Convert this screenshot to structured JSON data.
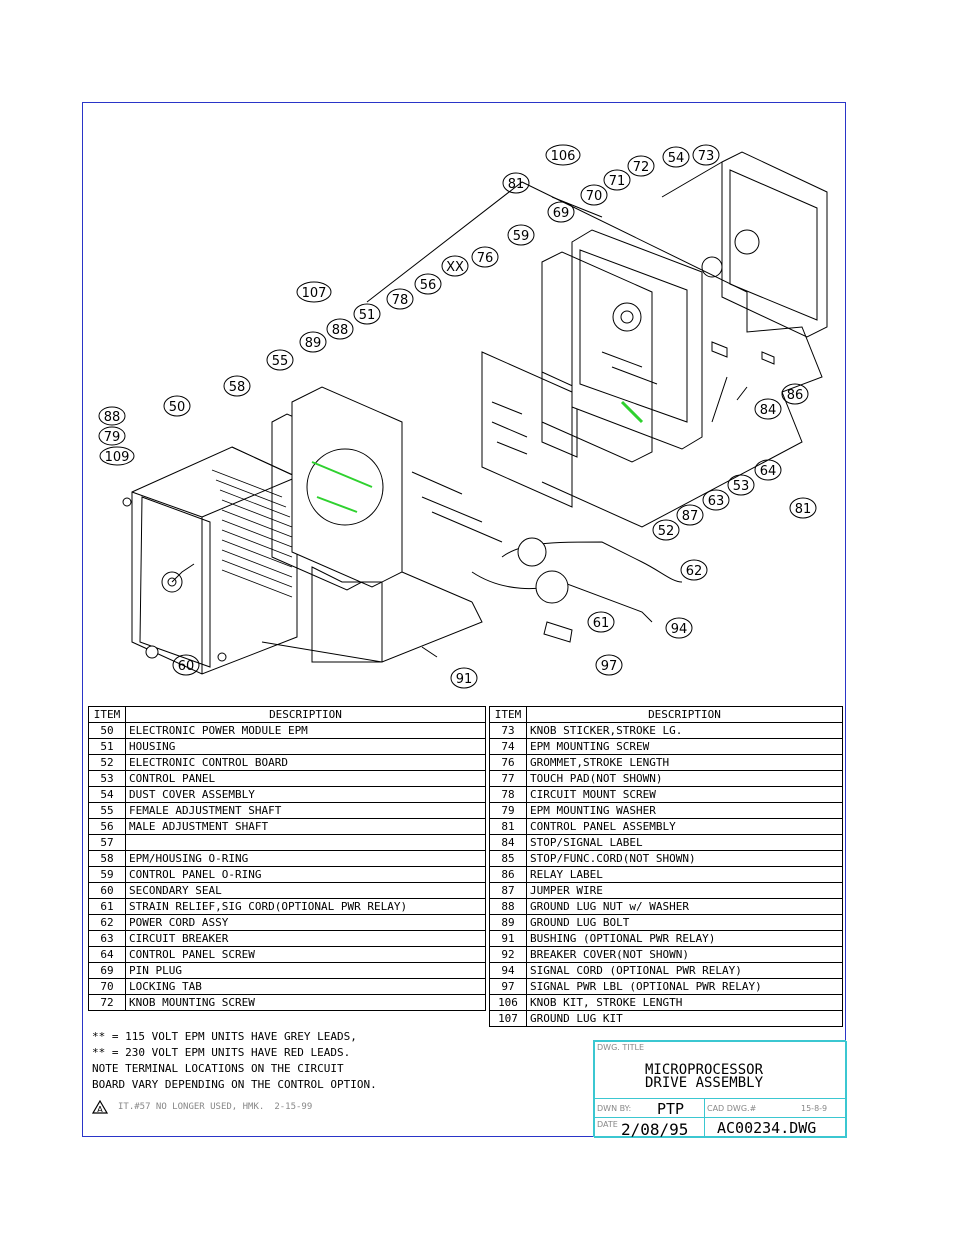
{
  "callouts": [
    "106",
    "54",
    "73",
    "72",
    "71",
    "70",
    "81",
    "69",
    "59",
    "76",
    "XX",
    "56",
    "78",
    "107",
    "88",
    "51",
    "89",
    "55",
    "58",
    "50",
    "88",
    "79",
    "109",
    "84",
    "86",
    "64",
    "53",
    "81",
    "63",
    "87",
    "52",
    "62",
    "61",
    "94",
    "97",
    "60",
    "91"
  ],
  "parts_left": {
    "header": {
      "item": "ITEM",
      "description": "DESCRIPTION"
    },
    "rows": [
      {
        "item": "50",
        "description": "ELECTRONIC POWER MODULE EPM"
      },
      {
        "item": "51",
        "description": "HOUSING"
      },
      {
        "item": "52",
        "description": "ELECTRONIC CONTROL BOARD"
      },
      {
        "item": "53",
        "description": "CONTROL PANEL"
      },
      {
        "item": "54",
        "description": "DUST COVER ASSEMBLY"
      },
      {
        "item": "55",
        "description": "FEMALE ADJUSTMENT SHAFT"
      },
      {
        "item": "56",
        "description": "MALE ADJUSTMENT SHAFT"
      },
      {
        "item": "57",
        "description": ""
      },
      {
        "item": "58",
        "description": "EPM/HOUSING O-RING"
      },
      {
        "item": "59",
        "description": "CONTROL PANEL O-RING"
      },
      {
        "item": "60",
        "description": "SECONDARY SEAL"
      },
      {
        "item": "61",
        "description": "STRAIN RELIEF,SIG CORD(OPTIONAL PWR RELAY)"
      },
      {
        "item": "62",
        "description": "POWER CORD ASSY"
      },
      {
        "item": "63",
        "description": "CIRCUIT BREAKER"
      },
      {
        "item": "64",
        "description": "CONTROL PANEL SCREW"
      },
      {
        "item": "69",
        "description": "PIN PLUG"
      },
      {
        "item": "70",
        "description": "LOCKING TAB"
      },
      {
        "item": "72",
        "description": "KNOB MOUNTING SCREW"
      }
    ]
  },
  "parts_right": {
    "header": {
      "item": "ITEM",
      "description": "DESCRIPTION"
    },
    "rows": [
      {
        "item": "73",
        "description": "KNOB STICKER,STROKE LG."
      },
      {
        "item": "74",
        "description": "EPM MOUNTING SCREW"
      },
      {
        "item": "76",
        "description": "GROMMET,STROKE LENGTH"
      },
      {
        "item": "77",
        "description": "TOUCH PAD(NOT SHOWN)"
      },
      {
        "item": "78",
        "description": "CIRCUIT MOUNT SCREW"
      },
      {
        "item": "79",
        "description": "EPM MOUNTING WASHER"
      },
      {
        "item": "81",
        "description": "CONTROL PANEL ASSEMBLY"
      },
      {
        "item": "84",
        "description": "STOP/SIGNAL LABEL"
      },
      {
        "item": "85",
        "description": "STOP/FUNC.CORD(NOT SHOWN)"
      },
      {
        "item": "86",
        "description": "RELAY LABEL"
      },
      {
        "item": "87",
        "description": "JUMPER WIRE"
      },
      {
        "item": "88",
        "description": "GROUND LUG NUT w/ WASHER"
      },
      {
        "item": "89",
        "description": "GROUND LUG BOLT"
      },
      {
        "item": "91",
        "description": "BUSHING (OPTIONAL PWR RELAY)"
      },
      {
        "item": "92",
        "description": "BREAKER COVER(NOT SHOWN)"
      },
      {
        "item": "94",
        "description": "SIGNAL CORD (OPTIONAL PWR RELAY)"
      },
      {
        "item": "97",
        "description": "SIGNAL PWR LBL (OPTIONAL PWR RELAY)"
      },
      {
        "item": "106",
        "description": "KNOB KIT, STROKE LENGTH"
      },
      {
        "item": "107",
        "description": "GROUND LUG KIT"
      }
    ]
  },
  "notes": [
    "** = 115 VOLT EPM UNITS HAVE GREY LEADS,",
    "** = 230 VOLT EPM UNITS HAVE RED LEADS.",
    "NOTE TERMINAL LOCATIONS ON THE CIRCUIT",
    "BOARD VARY DEPENDING ON THE CONTROL OPTION."
  ],
  "revision": {
    "symbol": "A",
    "text": "IT.#57 NO LONGER USED, HMK.",
    "date": "2-15-99"
  },
  "title_block": {
    "dwg_title_label": "DWG. TITLE",
    "title_line1": "MICROPROCESSOR",
    "title_line2": "DRIVE ASSEMBLY",
    "drawn_by_label": "DWN BY:",
    "drawn_by": "PTP",
    "cad_label": "CAD DWG.#",
    "cad_date": "15-8-9",
    "date_label": "DATE",
    "date": "2/08/95",
    "dwg_number": "AC00234.DWG"
  },
  "colors": {
    "border": "#2a35c8",
    "title_block": "#3bc7d1",
    "accent": "#2fd12f"
  }
}
